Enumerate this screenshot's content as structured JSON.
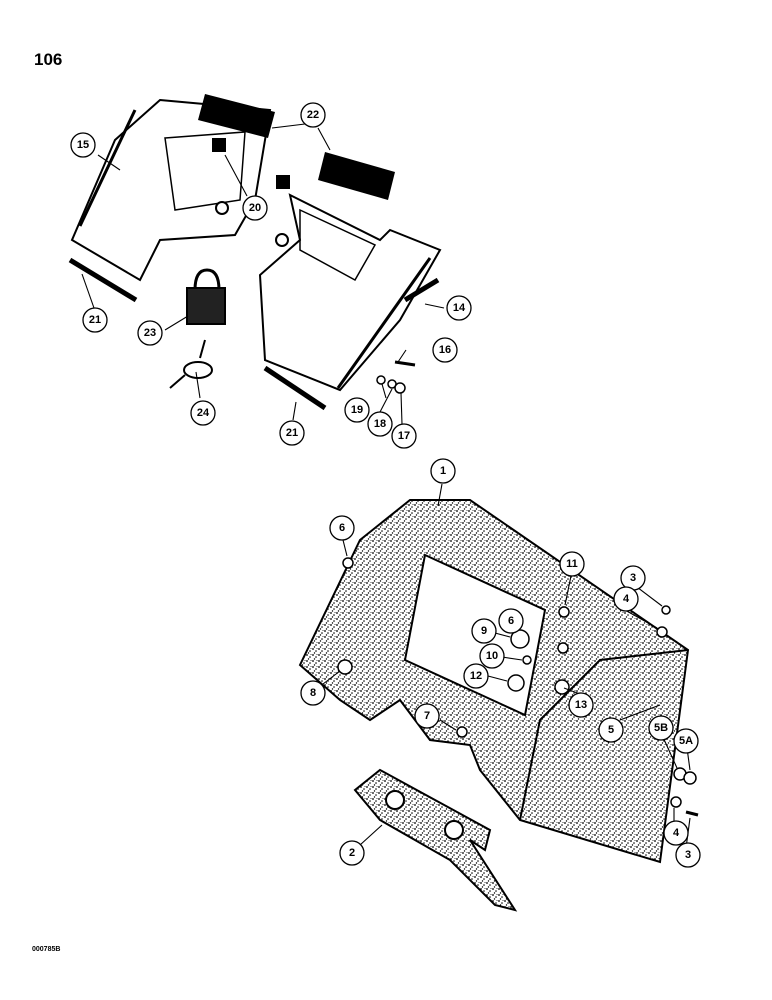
{
  "page": {
    "number": "106",
    "reference_code": "000785B"
  },
  "callouts": [
    {
      "id": "c15",
      "label": "15"
    },
    {
      "id": "c22",
      "label": "22"
    },
    {
      "id": "c20",
      "label": "20"
    },
    {
      "id": "c21a",
      "label": "21"
    },
    {
      "id": "c23",
      "label": "23"
    },
    {
      "id": "c24",
      "label": "24"
    },
    {
      "id": "c14",
      "label": "14"
    },
    {
      "id": "c16",
      "label": "16"
    },
    {
      "id": "c19",
      "label": "19"
    },
    {
      "id": "c18",
      "label": "18"
    },
    {
      "id": "c17",
      "label": "17"
    },
    {
      "id": "c21b",
      "label": "21"
    },
    {
      "id": "c1",
      "label": "1"
    },
    {
      "id": "c6a",
      "label": "6"
    },
    {
      "id": "c11",
      "label": "11"
    },
    {
      "id": "c3a",
      "label": "3"
    },
    {
      "id": "c4a",
      "label": "4"
    },
    {
      "id": "c9",
      "label": "9"
    },
    {
      "id": "c6b",
      "label": "6"
    },
    {
      "id": "c10",
      "label": "10"
    },
    {
      "id": "c12",
      "label": "12"
    },
    {
      "id": "c13",
      "label": "13"
    },
    {
      "id": "c5",
      "label": "5"
    },
    {
      "id": "c8",
      "label": "8"
    },
    {
      "id": "c7",
      "label": "7"
    },
    {
      "id": "c5b",
      "label": "5B"
    },
    {
      "id": "c5a",
      "label": "5A"
    },
    {
      "id": "c4b",
      "label": "4"
    },
    {
      "id": "c3b",
      "label": "3"
    },
    {
      "id": "c2",
      "label": "2"
    }
  ]
}
